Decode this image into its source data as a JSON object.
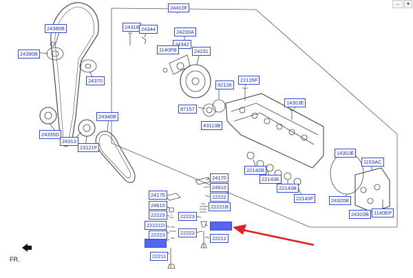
{
  "toolbar": {
    "back_glyph": "←",
    "menu_glyph": "▾"
  },
  "labels": {
    "l24410F": "24410F",
    "l24318": "24318",
    "l24344": "24344",
    "l24230A": "24230A",
    "l24342": "24342",
    "l1140FB": "1140FB",
    "l24231": "24231",
    "l24380B": "24380B",
    "l24390B": "24390B",
    "l24370": "24370",
    "l22126F": "22126F",
    "l92126": "92126",
    "l87157": "87157",
    "l43113B": "43113B",
    "l1430JE_top": "1430JE",
    "l24335D": "24335D",
    "l24313": "24313",
    "l23121F": "23121F",
    "l24340B": "24340B",
    "l1430JE_right": "1430JE",
    "l1153AC": "1153AC",
    "l22142B": "22142B",
    "l22143E": "22143E",
    "l22143B": "22143B",
    "l22143F": "22143F",
    "l24320B": "24320B",
    "l24310B": "24310B",
    "l1140EP": "1140EP",
    "l24175_left": "24175",
    "l24610_left": "24610",
    "l22223_a": "22223",
    "l22221D": "22221D",
    "l22223_b": "22223",
    "l22211": "22211",
    "l24170": "24170",
    "l24610_right": "24610",
    "l22222": "22222",
    "l22221B": "22221B",
    "l22223_mid": "22223",
    "l22223_c": "22223",
    "l22212": "22212"
  },
  "footer": {
    "fr": "FR."
  },
  "colors": {
    "callout_arrow": "#e02020",
    "label_border": "#2f47d8",
    "label_text": "#1c2fb8",
    "highlight": "#5468ef"
  }
}
